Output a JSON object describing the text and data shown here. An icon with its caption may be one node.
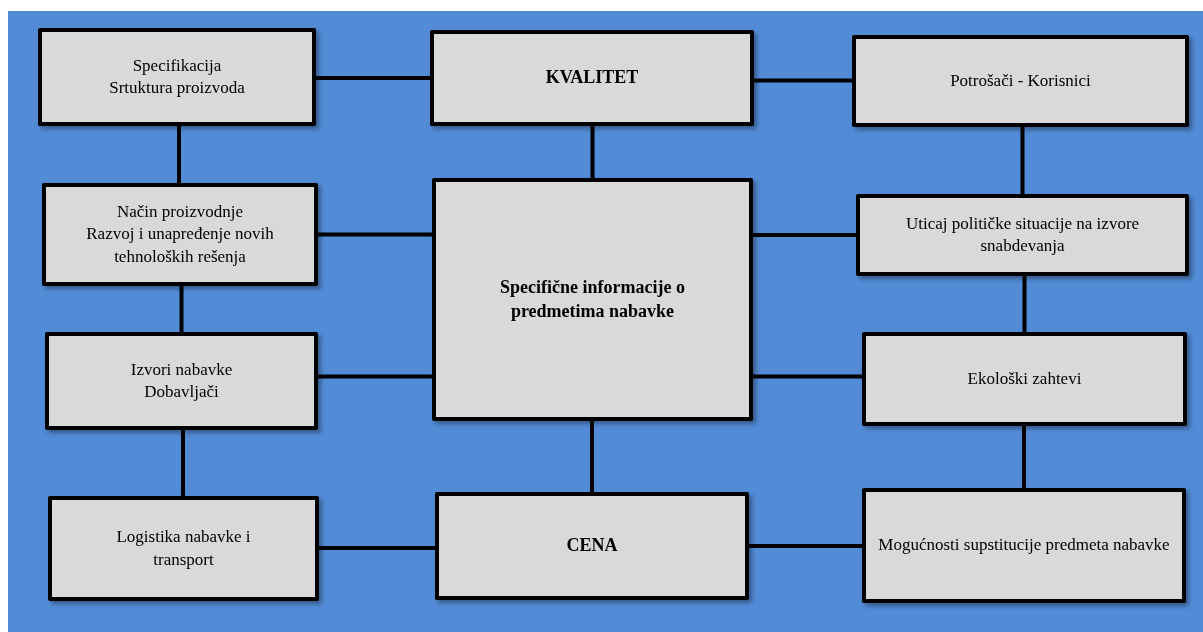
{
  "diagram": {
    "nodes": [
      {
        "text": [
          "Specifikacija",
          "Srtuktura proizvoda"
        ]
      },
      {
        "text": [
          "KVALITET"
        ]
      },
      {
        "text": [
          "Potrošači - Korisnici"
        ]
      },
      {
        "text": [
          "Način proizvodnje",
          "Razvoj i unapređenje novih tehnoloških rešenja"
        ]
      },
      {
        "text": [
          "Specifične informacije o predmetima nabavke"
        ]
      },
      {
        "text": [
          "Uticaj političke situacije na izvore snabdevanja"
        ]
      },
      {
        "text": [
          "Izvori nabavke",
          "Dobavljači"
        ]
      },
      {
        "text": [
          "Ekološki zahtevi"
        ]
      },
      {
        "text": [
          "Logistika nabavke i transport"
        ]
      },
      {
        "text": [
          "CENA"
        ]
      },
      {
        "text": [
          "Mogućnosti supstitucije predmeta nabavke"
        ]
      }
    ],
    "edges": [
      {
        "from": 0,
        "to": 1,
        "arrow": "none"
      },
      {
        "from": 1,
        "to": 2,
        "arrow": "none"
      },
      {
        "from": 0,
        "to": 3,
        "arrow": "none"
      },
      {
        "from": 1,
        "to": 4,
        "arrow": "none"
      },
      {
        "from": 2,
        "to": 5,
        "arrow": "none"
      },
      {
        "from": 3,
        "to": 4,
        "arrow": "none"
      },
      {
        "from": 4,
        "to": 5,
        "arrow": "none"
      },
      {
        "from": 3,
        "to": 6,
        "arrow": "none"
      },
      {
        "from": 5,
        "to": 7,
        "arrow": "none"
      },
      {
        "from": 6,
        "to": 4,
        "arrow": "none"
      },
      {
        "from": 4,
        "to": 7,
        "arrow": "none"
      },
      {
        "from": 6,
        "to": 8,
        "arrow": "none"
      },
      {
        "from": 7,
        "to": 10,
        "arrow": "none"
      },
      {
        "from": 4,
        "to": 9,
        "arrow": "none"
      },
      {
        "from": 8,
        "to": 9,
        "arrow": "none"
      },
      {
        "from": 9,
        "to": 10,
        "arrow": "none"
      }
    ]
  }
}
